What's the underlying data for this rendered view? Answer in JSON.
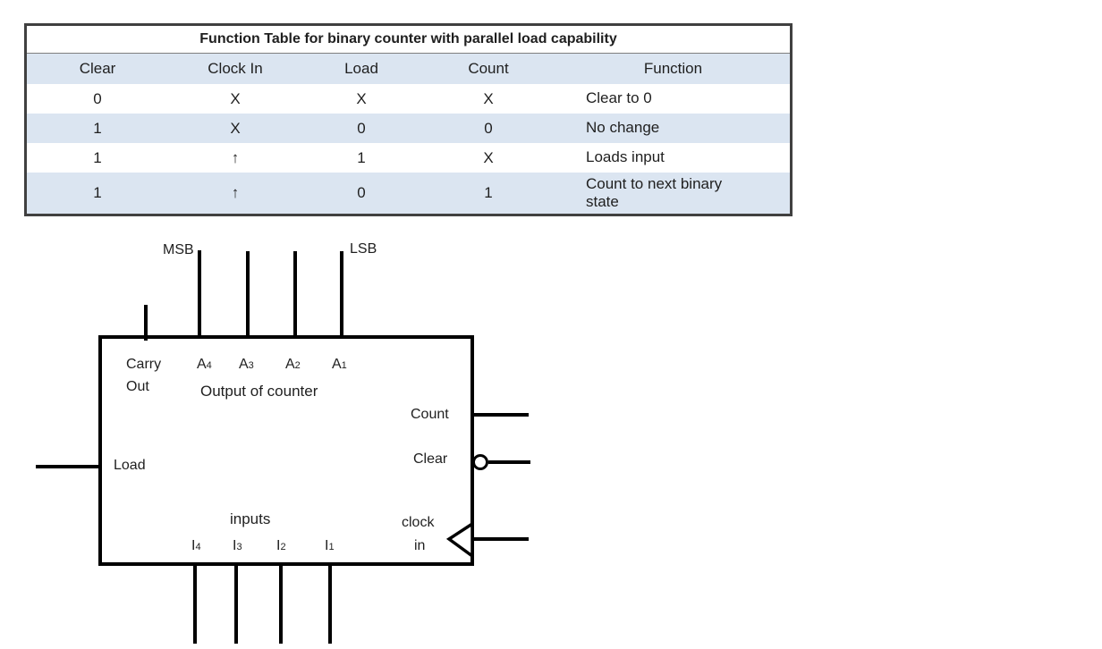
{
  "table": {
    "title": "Function Table for binary counter with parallel load capability",
    "headers": [
      "Clear",
      "Clock In",
      "Load",
      "Count",
      "Function"
    ],
    "rows": [
      [
        "0",
        "X",
        "X",
        "X",
        "Clear to 0"
      ],
      [
        "1",
        "X",
        "0",
        "0",
        "No change"
      ],
      [
        "1",
        "↑",
        "1",
        "X",
        "Loads input"
      ],
      [
        "1",
        "↑",
        "0",
        "1",
        "Count to next binary state"
      ]
    ],
    "band_color": "#dbe5f1",
    "border_color": "#404040",
    "text_color": "#1f1f1f"
  },
  "diagram": {
    "msb": "MSB",
    "lsb": "LSB",
    "carry_line1": "Carry",
    "carry_line2": "Out",
    "outputs": [
      {
        "base": "A",
        "sub": "4"
      },
      {
        "base": "A",
        "sub": "3"
      },
      {
        "base": "A",
        "sub": "2"
      },
      {
        "base": "A",
        "sub": "1"
      }
    ],
    "output_caption": "Output of counter",
    "load": "Load",
    "inputs_caption": "inputs",
    "inputs": [
      {
        "base": "I",
        "sub": "4"
      },
      {
        "base": "I",
        "sub": "3"
      },
      {
        "base": "I",
        "sub": "2"
      },
      {
        "base": "I",
        "sub": "1"
      }
    ],
    "count": "Count",
    "clear": "Clear",
    "clock_line1": "clock",
    "clock_line2": "in",
    "line_color": "#000000"
  }
}
